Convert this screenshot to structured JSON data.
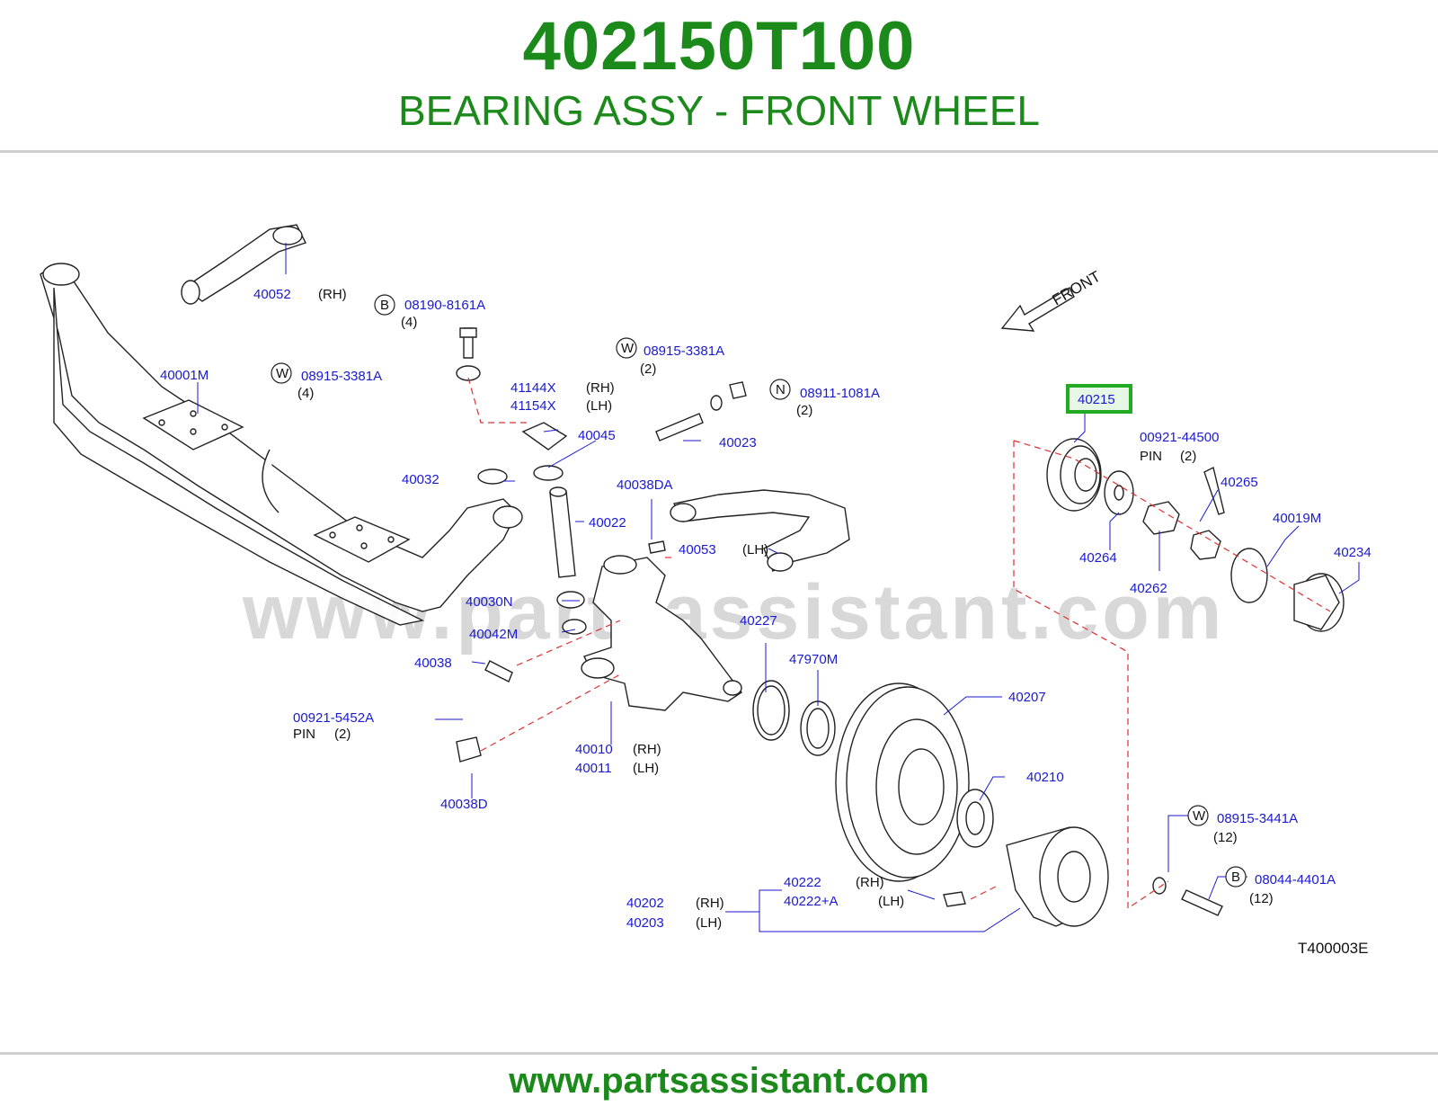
{
  "header": {
    "part_number": "402150T100",
    "part_name": "BEARING ASSY - FRONT WHEEL"
  },
  "watermark": "www.partsassistant.com",
  "footer": {
    "url": "www.partsassistant.com"
  },
  "diagram": {
    "code": "T400003E",
    "front_label": "FRONT",
    "highlight_color": "#22aa22",
    "callouts": [
      {
        "id": "40052",
        "pn": "40052",
        "note": "(RH)"
      },
      {
        "id": "08190-8161A",
        "pn": "08190-8161A",
        "badge": "B",
        "note": "(4)"
      },
      {
        "id": "40001M",
        "pn": "40001M"
      },
      {
        "id": "08915-3381A-a",
        "pn": "08915-3381A",
        "badge": "W",
        "note": "(4)"
      },
      {
        "id": "08915-3381A-b",
        "pn": "08915-3381A",
        "badge": "W",
        "note": "(2)"
      },
      {
        "id": "08911-1081A",
        "pn": "08911-1081A",
        "badge": "N",
        "note": "(2)"
      },
      {
        "id": "41144X",
        "pn": "41144X",
        "note": "(RH)"
      },
      {
        "id": "41154X",
        "pn": "41154X",
        "note": "(LH)"
      },
      {
        "id": "40045",
        "pn": "40045"
      },
      {
        "id": "40023",
        "pn": "40023"
      },
      {
        "id": "40032",
        "pn": "40032"
      },
      {
        "id": "40038DA",
        "pn": "40038DA"
      },
      {
        "id": "40022",
        "pn": "40022"
      },
      {
        "id": "40053",
        "pn": "40053",
        "note": "(LH)"
      },
      {
        "id": "40030N",
        "pn": "40030N"
      },
      {
        "id": "40042M",
        "pn": "40042M"
      },
      {
        "id": "40038",
        "pn": "40038"
      },
      {
        "id": "00921-5452A",
        "pn": "00921-5452A",
        "sub": "PIN",
        "note": "(2)"
      },
      {
        "id": "40038D",
        "pn": "40038D"
      },
      {
        "id": "40010",
        "pn": "40010",
        "note": "(RH)"
      },
      {
        "id": "40011",
        "pn": "40011",
        "note": "(LH)"
      },
      {
        "id": "40227",
        "pn": "40227"
      },
      {
        "id": "47970M",
        "pn": "47970M"
      },
      {
        "id": "40207",
        "pn": "40207"
      },
      {
        "id": "40210",
        "pn": "40210"
      },
      {
        "id": "40222",
        "pn": "40222",
        "note": "(RH)"
      },
      {
        "id": "40222+A",
        "pn": "40222+A",
        "note": "(LH)"
      },
      {
        "id": "40202",
        "pn": "40202",
        "note": "(RH)"
      },
      {
        "id": "40203",
        "pn": "40203",
        "note": "(LH)"
      },
      {
        "id": "40215",
        "pn": "40215",
        "highlighted": true
      },
      {
        "id": "00921-44500",
        "pn": "00921-44500",
        "sub": "PIN",
        "note": "(2)"
      },
      {
        "id": "40265",
        "pn": "40265"
      },
      {
        "id": "40019M",
        "pn": "40019M"
      },
      {
        "id": "40234",
        "pn": "40234"
      },
      {
        "id": "40264",
        "pn": "40264"
      },
      {
        "id": "40262",
        "pn": "40262"
      },
      {
        "id": "08915-3441A",
        "pn": "08915-3441A",
        "badge": "W",
        "note": "(12)"
      },
      {
        "id": "08044-4401A",
        "pn": "08044-4401A",
        "badge": "B",
        "note": "(12)"
      }
    ]
  }
}
